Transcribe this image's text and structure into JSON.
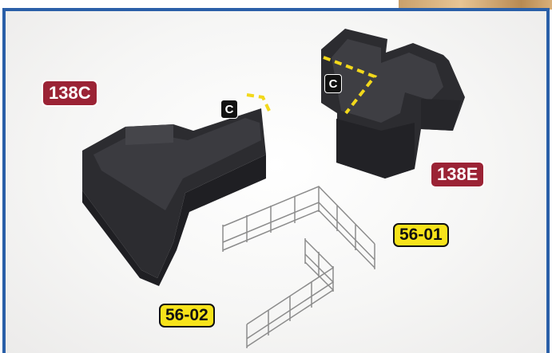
{
  "labels": {
    "part_138c": "138C",
    "part_138e": "138E",
    "part_56_01": "56-01",
    "part_56_02": "56-02",
    "callout_c_left": "C",
    "callout_c_right": "C"
  },
  "colors": {
    "frame_border": "#2a5fa8",
    "red_tag": "#9b2335",
    "yellow_tag": "#f7e31a",
    "plastic_part": "#2c2c30",
    "dash_line": "#f2d81b"
  }
}
